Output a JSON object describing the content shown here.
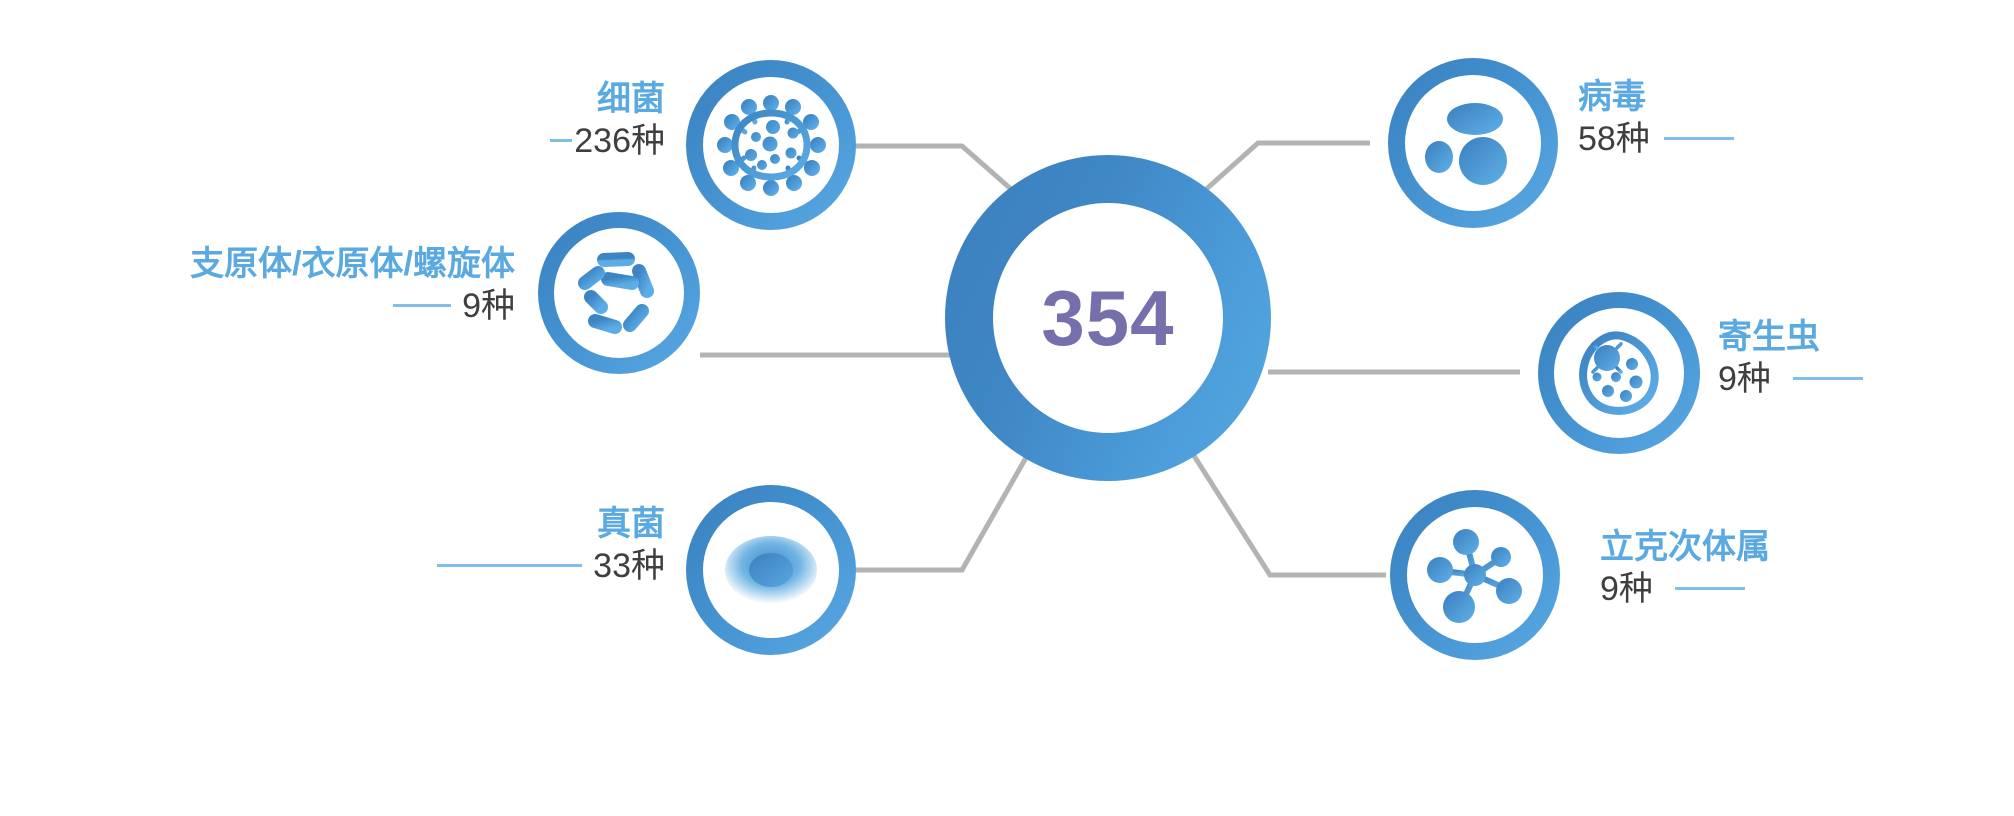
{
  "diagram": {
    "type": "hub-and-spoke",
    "center": {
      "value": "354",
      "color": "#7570ab"
    },
    "theme": {
      "node_ring_start": "#3a7fbe",
      "node_ring_end": "#5aa9e4",
      "title_color": "#5aa9e0",
      "count_color": "#3f3f3f",
      "connector_color": "#b3b3b3",
      "dash_color": "#7fc0e8",
      "background": "#ffffff"
    },
    "nodes": [
      {
        "id": "bacteria",
        "title": "细菌",
        "count": "236种",
        "icon": "bacteria-icon",
        "side": "left"
      },
      {
        "id": "mycoplasma",
        "title": "支原体/衣原体/螺旋体",
        "count": "9种",
        "icon": "bacilli-cluster-icon",
        "side": "left"
      },
      {
        "id": "fungi",
        "title": "真菌",
        "count": "33种",
        "icon": "fungus-spore-icon",
        "side": "left"
      },
      {
        "id": "virus",
        "title": "病毒",
        "count": "58种",
        "icon": "virus-particles-icon",
        "side": "right"
      },
      {
        "id": "parasite",
        "title": "寄生虫",
        "count": "9种",
        "icon": "parasite-cell-icon",
        "side": "right"
      },
      {
        "id": "rickettsia",
        "title": "立克次体属",
        "count": "9种",
        "icon": "rickettsia-molecule-icon",
        "side": "right"
      }
    ]
  }
}
